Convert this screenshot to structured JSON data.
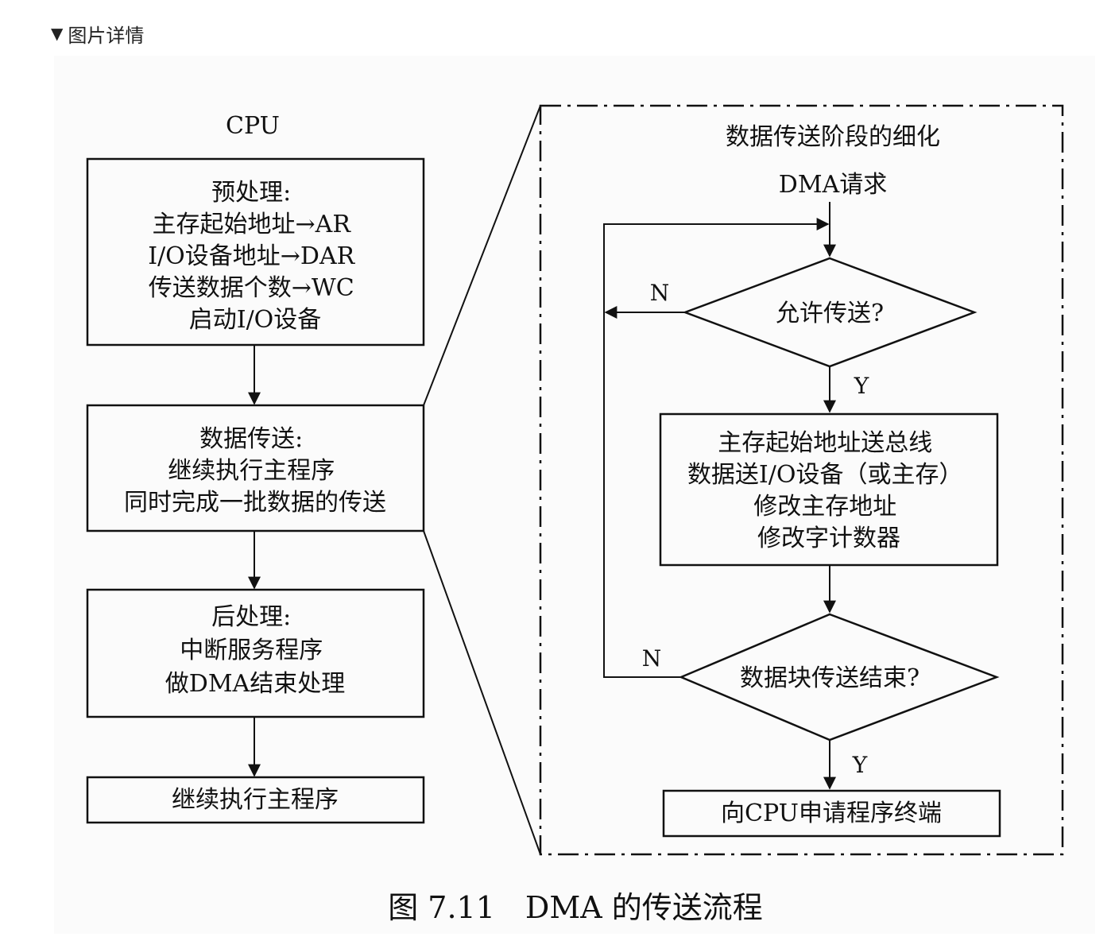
{
  "details": {
    "toggle_icon": "▼",
    "label": "图片详情"
  },
  "figure": {
    "caption": "图 7.11　DMA 的传送流程",
    "cpu_label": "CPU",
    "left_boxes": [
      {
        "lines": [
          "预处理:",
          "主存起始地址→AR",
          "I/O设备地址→DAR",
          "传送数据个数→WC",
          "启动I/O设备"
        ]
      },
      {
        "lines": [
          "数据传送:",
          "继续执行主程序",
          "同时完成一批数据的传送"
        ]
      },
      {
        "lines": [
          "后处理:",
          "中断服务程序",
          "做DMA结束处理"
        ]
      },
      {
        "lines": [
          "继续执行主程序"
        ]
      }
    ],
    "detail": {
      "title": "数据传送阶段的细化",
      "start": "DMA请求",
      "decision1": "允许传送?",
      "process_lines": [
        "主存起始地址送总线",
        "数据送I/O设备（或主存）",
        "修改主存地址",
        "修改字计数器"
      ],
      "decision2": "数据块传送结束?",
      "end": "向CPU申请程序终端",
      "yes_label": "Y",
      "no_label": "N"
    }
  }
}
